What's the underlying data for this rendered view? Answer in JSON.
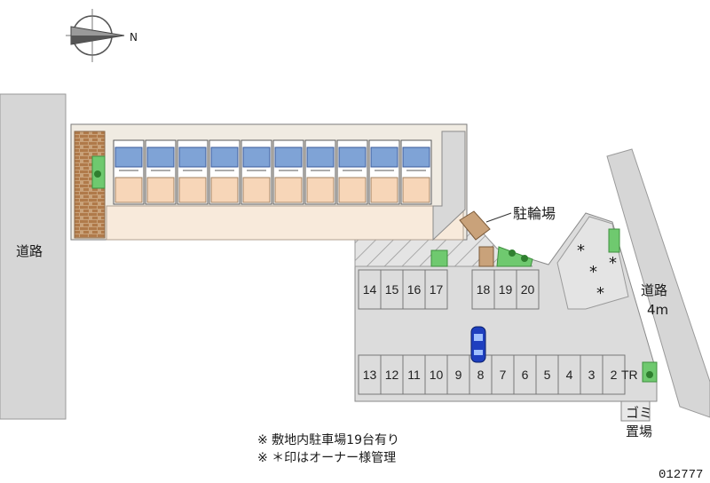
{
  "compass": {
    "north_label": "N"
  },
  "labels": {
    "road_left": "道路",
    "bicycle_parking": "駐輪場",
    "road_right_name": "道路",
    "road_right_width": "4m",
    "garbage_line1": "ゴミ",
    "garbage_line2": "置場",
    "transformer": "TR"
  },
  "parking": {
    "top_left_row": [
      "14",
      "15",
      "16",
      "17"
    ],
    "top_right_row": [
      "18",
      "19",
      "20"
    ],
    "bottom_row": [
      "13",
      "12",
      "11",
      "10",
      "9",
      "8",
      "7",
      "6",
      "5",
      "4",
      "3",
      "2"
    ],
    "owner_managed_marks": [
      "*",
      "*",
      "*",
      "*"
    ]
  },
  "notes": [
    "※ 敷地内駐車場19台有り",
    "※ ＊印はオーナー様管理"
  ],
  "property_code": "012777",
  "colors": {
    "road": "#d6d6d6",
    "lot": "#dcdcdc",
    "building_floor": "#f7d6b8",
    "unit_blue": "#7fa3d6",
    "green": "#6fc96f",
    "hatch": "#b0b0b0"
  }
}
